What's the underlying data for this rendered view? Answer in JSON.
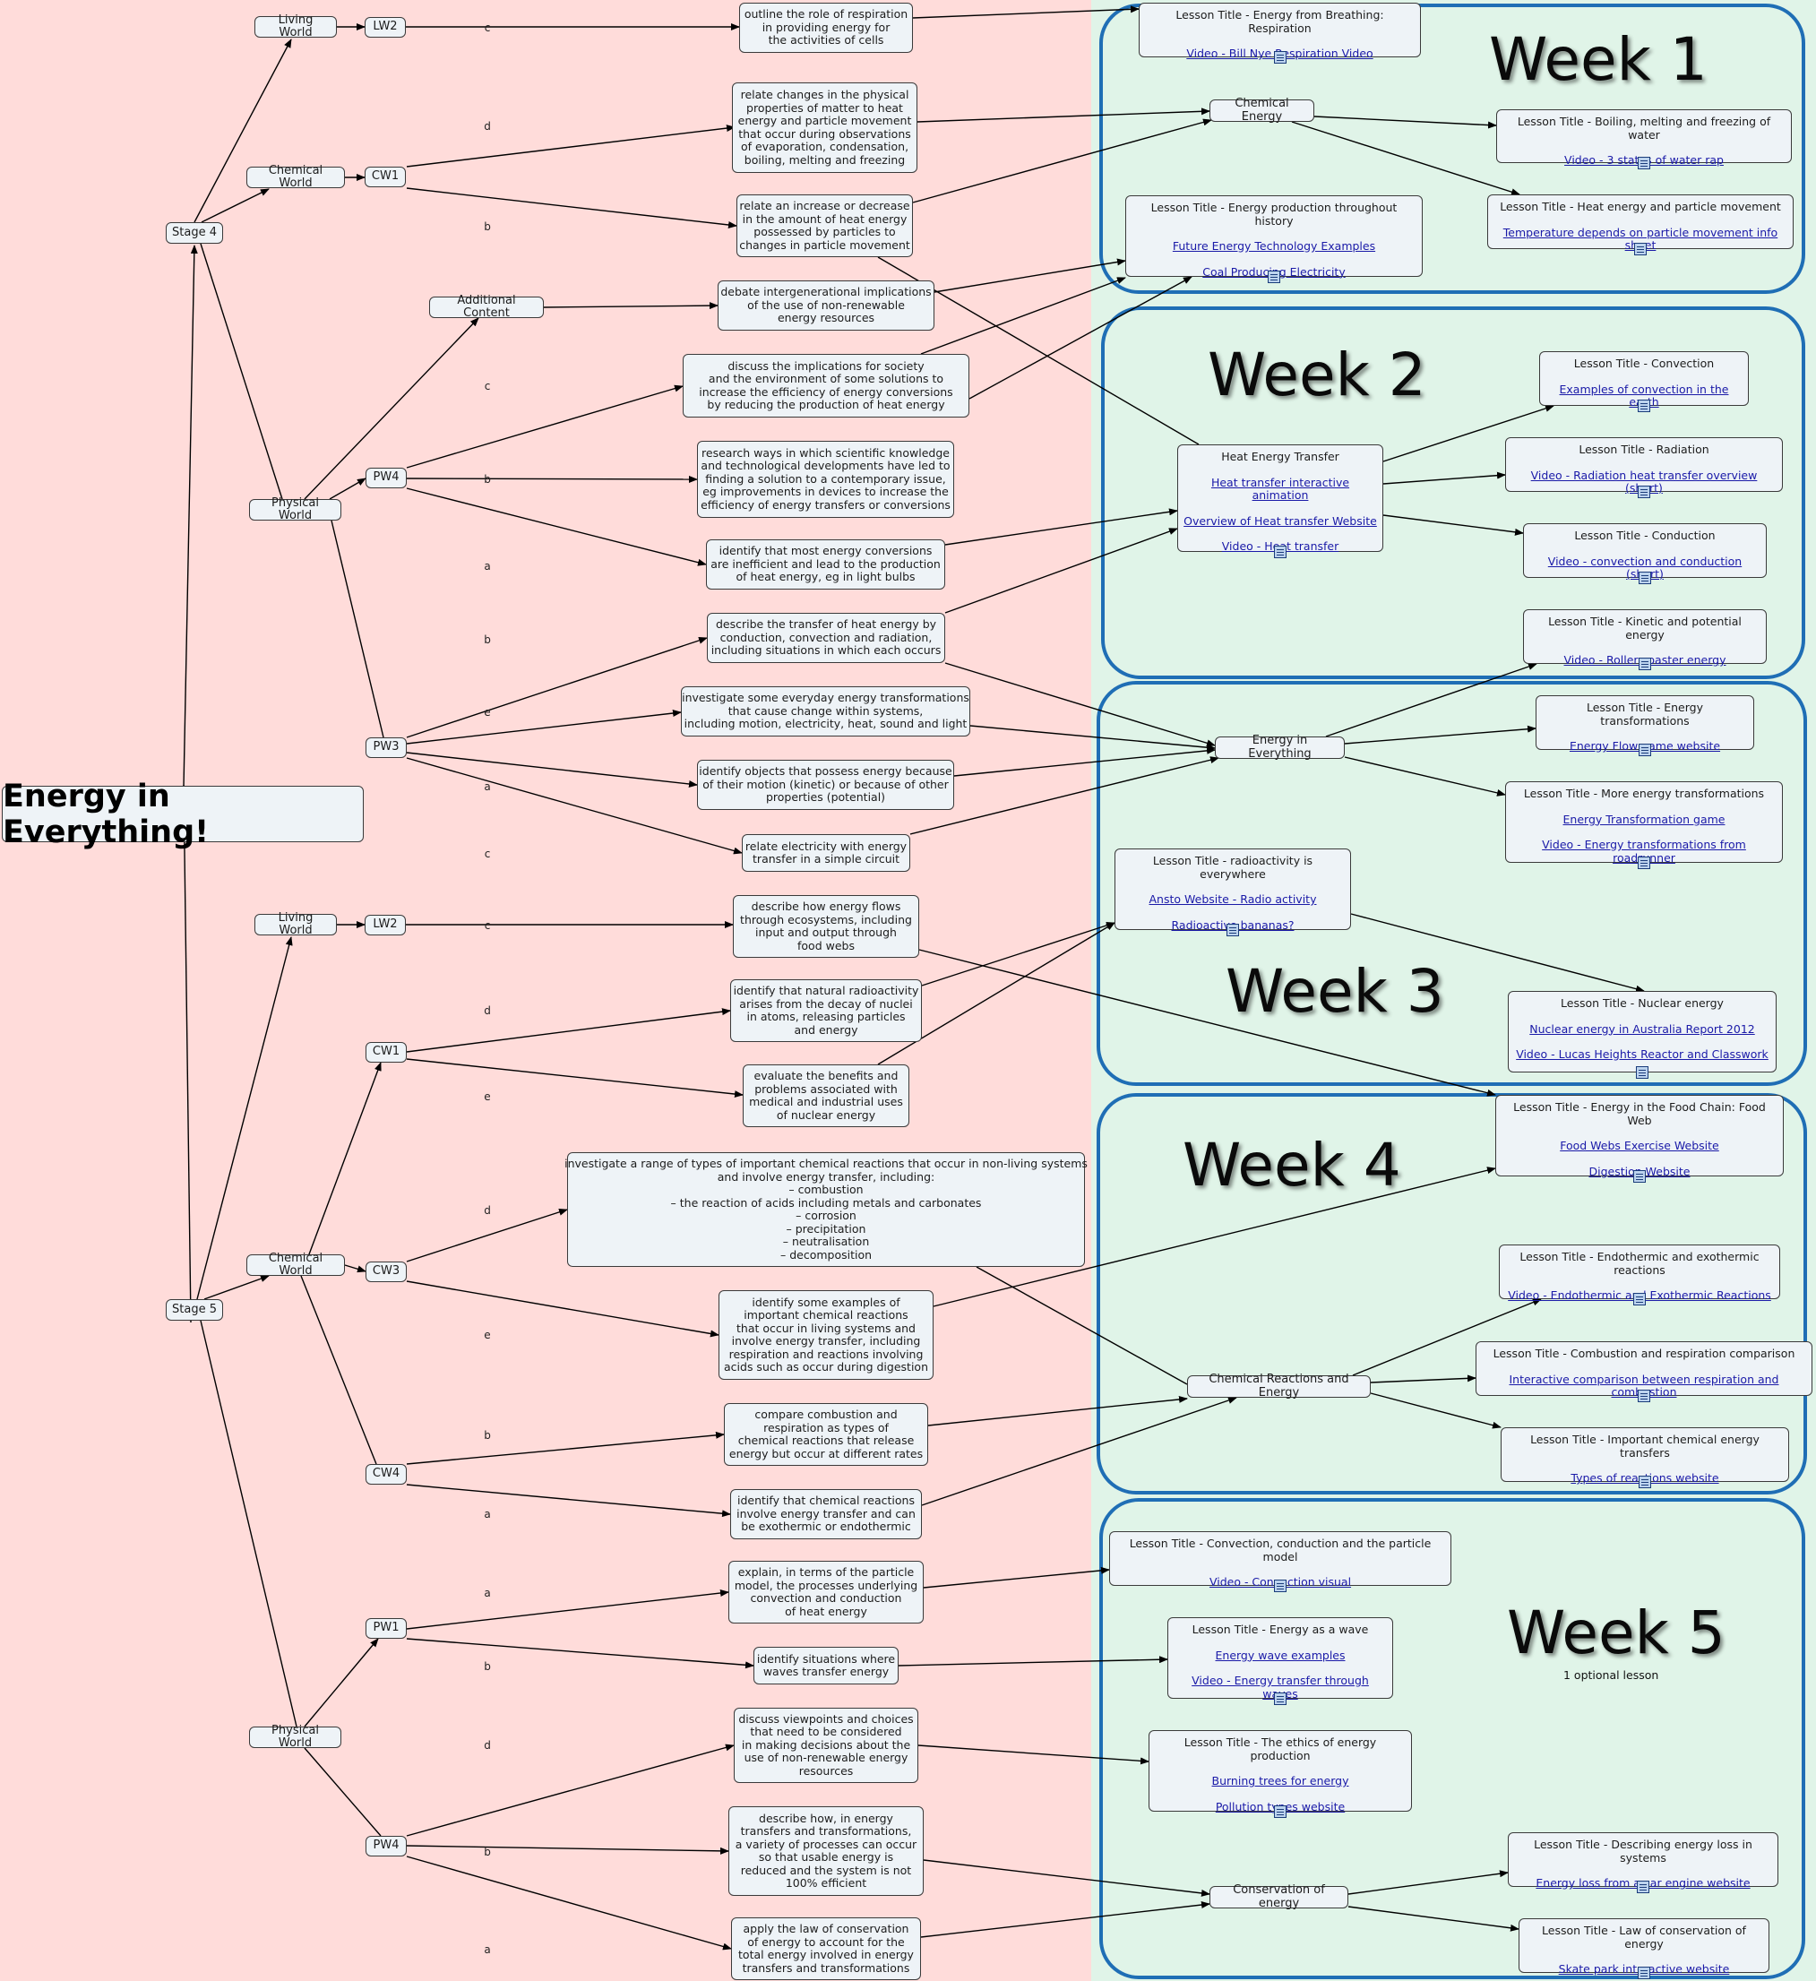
{
  "title": "Energy in Everything!",
  "stages": {
    "stage4": "Stage 4",
    "stage5": "Stage 5"
  },
  "worlds": {
    "living_world": "Living World",
    "chemical_world": "Chemical World",
    "physical_world": "Physical World",
    "additional_content": "Additional Content"
  },
  "codes": {
    "lw2": "LW2",
    "cw1": "CW1",
    "pw4": "PW4",
    "pw3": "PW3",
    "cw3": "CW3",
    "cw4": "CW4",
    "pw1": "PW1"
  },
  "edge_labels": [
    "a",
    "b",
    "c",
    "d",
    "e"
  ],
  "outcomes": {
    "o1": "outline the role of respiration\nin providing energy for\nthe activities of cells",
    "o2": "relate changes in the physical\nproperties of matter to heat\nenergy and particle movement\nthat occur during observations\nof evaporation, condensation,\nboiling, melting and freezing",
    "o3": "relate an increase or decrease\nin the amount of heat energy\npossessed by particles to\nchanges in particle movement",
    "o4": "debate intergenerational implications\nof the use of non-renewable\nenergy resources",
    "o5": "discuss the implications for society\nand the environment of some solutions to\nincrease the efficiency of energy conversions\nby reducing the production of heat energy",
    "o6": "research ways in which scientific knowledge\nand technological developments have led to\nfinding a solution to a contemporary issue,\neg improvements in devices to increase the\nefficiency of energy transfers or conversions",
    "o7": "identify that most energy conversions\nare inefficient and lead to the production\nof heat energy, eg in light bulbs",
    "o8": "describe the transfer of heat energy by\nconduction, convection and radiation,\nincluding situations in which each occurs",
    "o9": "investigate some everyday energy transformations\nthat cause change within systems,\nincluding motion, electricity, heat, sound and light",
    "o10": "identify objects that possess energy because\nof their motion (kinetic) or because of other\nproperties (potential)",
    "o11": "relate electricity with energy\ntransfer in a simple circuit",
    "o12": "describe how energy flows\nthrough ecosystems, including\ninput and output through\nfood webs",
    "o13": "identify that natural radioactivity\narises from the decay of nuclei\nin atoms, releasing particles\nand energy",
    "o14": "evaluate the benefits and\nproblems associated with\nmedical and industrial uses\nof nuclear energy",
    "o15": "investigate a range of types of important chemical reactions that occur in non-living systems\nand involve energy transfer, including:\n– combustion\n– the reaction of acids including metals and carbonates\n– corrosion\n– precipitation\n– neutralisation\n– decomposition",
    "o16": "identify some examples of\nimportant chemical reactions\nthat occur in living systems and\ninvolve energy transfer, including\nrespiration and reactions involving\nacids such as occur during digestion",
    "o17": "compare combustion and\nrespiration as types of\nchemical reactions that release\nenergy but occur at different rates",
    "o18": "identify that chemical reactions\ninvolve energy transfer and can\nbe exothermic or endothermic",
    "o19": "explain, in terms of the particle\nmodel, the processes underlying\nconvection and conduction\nof heat energy",
    "o20": "identify situations where\nwaves transfer energy",
    "o21": "discuss viewpoints and choices\nthat need to be considered\nin making decisions about the\nuse of non-renewable energy\nresources",
    "o22": "describe how, in energy\ntransfers and transformations,\na variety of processes can occur\nso that usable energy is\nreduced and the system is not\n100% efficient",
    "o23": "apply the law of conservation\nof energy to account for the\ntotal energy involved in energy\ntransfers and transformations"
  },
  "hubs": {
    "chemical_energy": "Chemical Energy",
    "heat_energy_transfer": "Heat Energy Transfer",
    "energy_in_everything": "Energy in Everything",
    "chemical_reactions_energy": "Chemical Reactions and Energy",
    "conservation_of_energy": "Conservation of energy"
  },
  "heat_links": [
    "Heat transfer interactive animation",
    "Overview of Heat transfer Website",
    "Video - Heat transfer"
  ],
  "lessons": {
    "l_resp": {
      "title": "Lesson Title - Energy from Breathing: Respiration",
      "links": [
        "Video - Bill Nye Respiration Video"
      ]
    },
    "l_boil": {
      "title": "Lesson Title - Boiling, melting and freezing of water",
      "links": [
        "Video - 3 states of water rap"
      ]
    },
    "l_heatpart": {
      "title": "Lesson Title - Heat energy and particle movement",
      "links": [
        "Temperature depends on particle movement info sheet"
      ]
    },
    "l_hist": {
      "title": "Lesson Title -  Energy production throughout history",
      "links": [
        "Future Energy Technology Examples",
        "Coal Producing Electricity"
      ]
    },
    "l_conv": {
      "title": "Lesson Title - Convection",
      "links": [
        "Examples of convection in the earth"
      ]
    },
    "l_rad": {
      "title": "Lesson Title - Radiation",
      "links": [
        "Video - Radiation heat transfer overview (short)"
      ]
    },
    "l_cond": {
      "title": "Lesson Title - Conduction",
      "links": [
        "Video - convection and conduction (short)"
      ]
    },
    "l_kin": {
      "title": "Lesson Title - Kinetic and potential energy",
      "links": [
        "Video - Roller coaster energy"
      ]
    },
    "l_trans": {
      "title": "Lesson Title - Energy transformations",
      "links": [
        "Energy Flow game website"
      ]
    },
    "l_more": {
      "title": "Lesson Title - More energy transformations",
      "links": [
        "Energy Transformation game",
        "Video - Energy transformations from roadrunner"
      ]
    },
    "l_radio": {
      "title": "Lesson Title - radioactivity is everywhere",
      "links": [
        "Ansto Website - Radio activity",
        "Radioactive bananas?"
      ]
    },
    "l_nuc": {
      "title": "Lesson Title - Nuclear energy",
      "links": [
        "Nuclear energy in Australia Report 2012",
        "Video - Lucas Heights Reactor and Classwork"
      ]
    },
    "l_food": {
      "title": "Lesson Title - Energy in the Food Chain: Food Web",
      "links": [
        "Food Webs Exercise Website",
        "Digestion Website"
      ]
    },
    "l_endo": {
      "title": "Lesson Title - Endothermic and exothermic reactions",
      "links": [
        "Video - Endothermic and Exothermic Reactions"
      ]
    },
    "l_comb": {
      "title": "Lesson Title - Combustion and respiration comparison",
      "links": [
        "Interactive comparison between respiration and combustion"
      ]
    },
    "l_imp": {
      "title": "Lesson Title - Important chemical energy transfers",
      "links": [
        "Types of reactions website"
      ]
    },
    "l_convpart": {
      "title": "Lesson Title - Convection, conduction and the particle model",
      "links": [
        "Video - Convection visual"
      ]
    },
    "l_wave": {
      "title": "Lesson Title - Energy as a wave",
      "links": [
        "Energy wave examples",
        "Video - Energy transfer through waves"
      ]
    },
    "l_ethics": {
      "title": "Lesson Title - The ethics of energy production",
      "links": [
        "Burning trees for energy",
        "Pollution types website"
      ]
    },
    "l_loss": {
      "title": "Lesson Title - Describing energy loss in systems",
      "links": [
        "Energy loss from a car engine website"
      ]
    },
    "l_law": {
      "title": "Lesson Title - Law of conservation of energy",
      "links": [
        "Skate park interactive website"
      ]
    }
  },
  "weeks": [
    "Week 1",
    "Week 2",
    "Week 3",
    "Week 4",
    "Week 5"
  ],
  "week5_note": "1 optional lesson",
  "colors": {
    "left_bg": "#ffdcda",
    "right_bg": "#e0f4e8",
    "week_border": "#1f6eb5",
    "link": "#1a1aa8"
  }
}
